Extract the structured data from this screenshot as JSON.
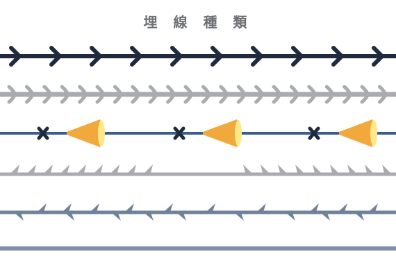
{
  "title": "埋 線 種 類",
  "colors": {
    "background": "#ffffff",
    "title": "#6e6f72",
    "dark_navy": "#1f2a3c",
    "gray": "#a9abae",
    "blue": "#3a5d8f",
    "cone_orange": "#f2a93b",
    "cone_yellow": "#fde98a",
    "slate": "#6f8299",
    "slate_light": "#7f91a8"
  },
  "threads": [
    {
      "name": "chevron-barbed-thread",
      "color": "dark_navy"
    },
    {
      "name": "dense-barbed-thread",
      "color": "gray"
    },
    {
      "name": "cone-cog-thread",
      "color": "blue"
    },
    {
      "name": "sawtooth-thread",
      "color": "gray"
    },
    {
      "name": "sparse-barbed-thread",
      "color": "slate"
    },
    {
      "name": "smooth-thread",
      "color": "slate_light"
    }
  ]
}
